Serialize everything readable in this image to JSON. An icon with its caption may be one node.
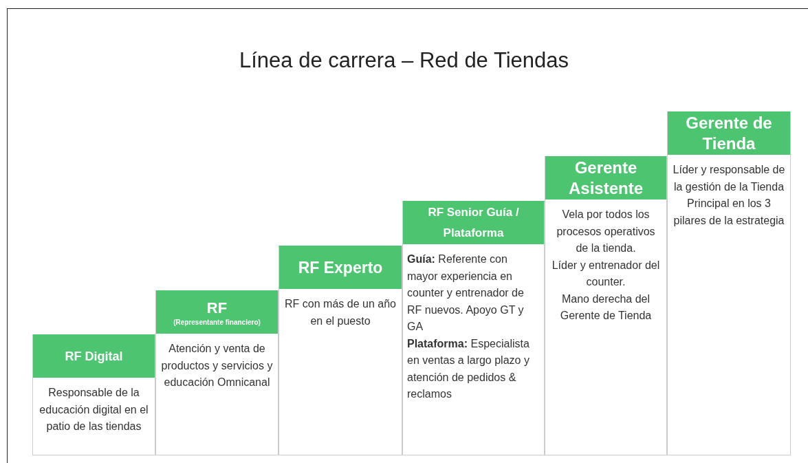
{
  "diagram": {
    "title": "Línea de carrera – Red de Tiendas",
    "nodes": [
      {
        "text": [
          "RF Digital",
          "Responsable de la educación digital en el patio de las tiendas"
        ]
      },
      {
        "text": [
          "RF",
          "(Representante financiero)",
          "Atención y venta de productos y servicios y educación Omnicanal"
        ]
      },
      {
        "text": [
          "RF Experto",
          "RF con más de un año en el puesto"
        ]
      },
      {
        "text": [
          "RF Senior Guía / Plataforma",
          "**Guía:** Referente con mayor experiencia en counter y entrenador de RF nuevos. Apoyo GT y GA",
          "**Plataforma:** Especialista en ventas a largo plazo y atención de pedidos & reclamos"
        ]
      },
      {
        "text": [
          "Gerente Asistente",
          "Vela por todos los procesos operativos de la tienda.",
          "Líder y entrenador del counter.",
          "Mano derecha del Gerente de Tienda"
        ]
      },
      {
        "text": [
          "Gerente de Tienda",
          "Líder y responsable de la gestión de la Tienda Principal en los 3 pilares de la estrategia"
        ]
      }
    ]
  }
}
